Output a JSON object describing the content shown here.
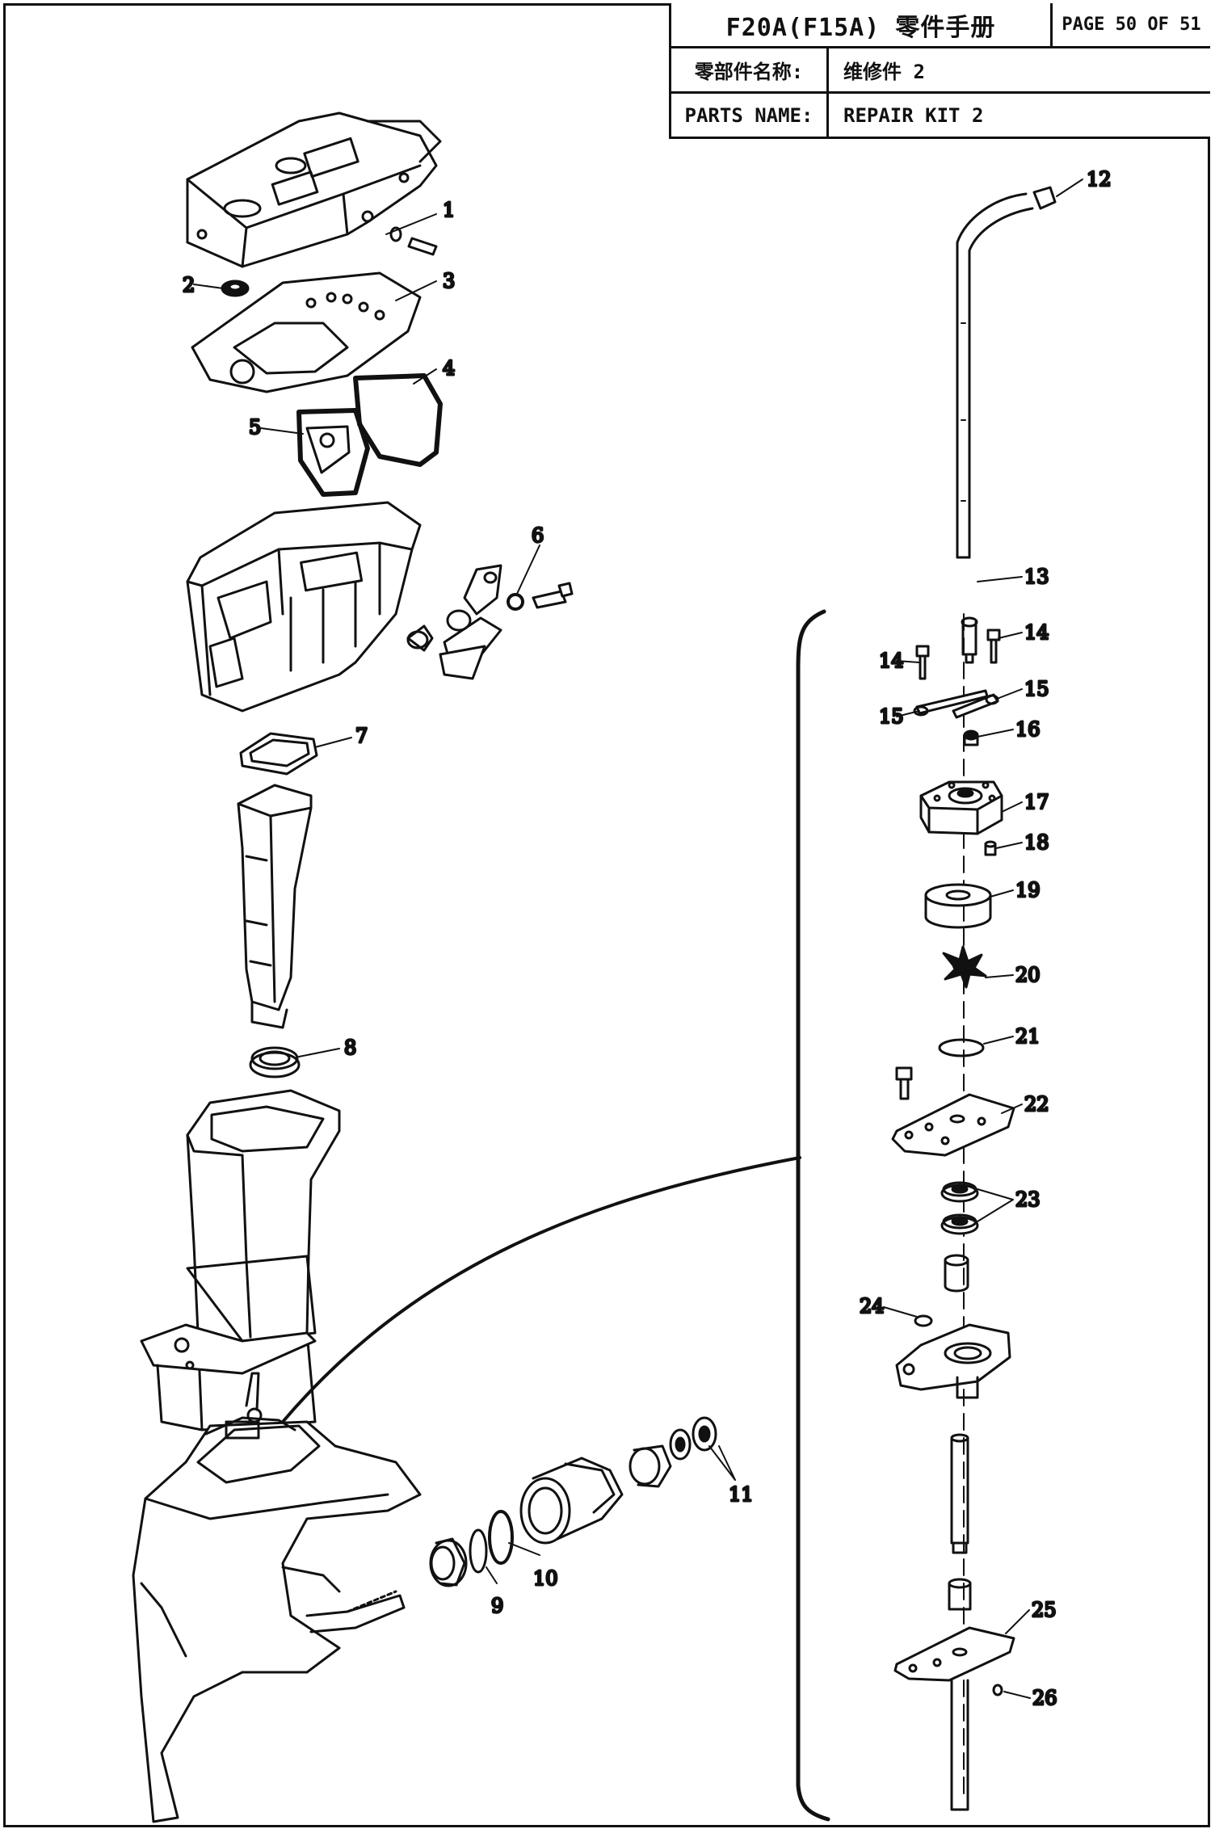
{
  "header": {
    "title": "F20A(F15A) 零件手册",
    "page": "PAGE 50 OF 51",
    "parts_name_cn_label": "零部件名称:",
    "parts_name_cn_value": "维修件 2",
    "parts_name_en_label": "PARTS NAME:",
    "parts_name_en_value": "REPAIR KIT 2"
  },
  "callouts": [
    "1",
    "2",
    "3",
    "4",
    "5",
    "6",
    "7",
    "8",
    "9",
    "10",
    "11",
    "12",
    "13",
    "14",
    "14",
    "15",
    "15",
    "16",
    "17",
    "18",
    "19",
    "20",
    "21",
    "22",
    "23",
    "24",
    "25",
    "26"
  ]
}
